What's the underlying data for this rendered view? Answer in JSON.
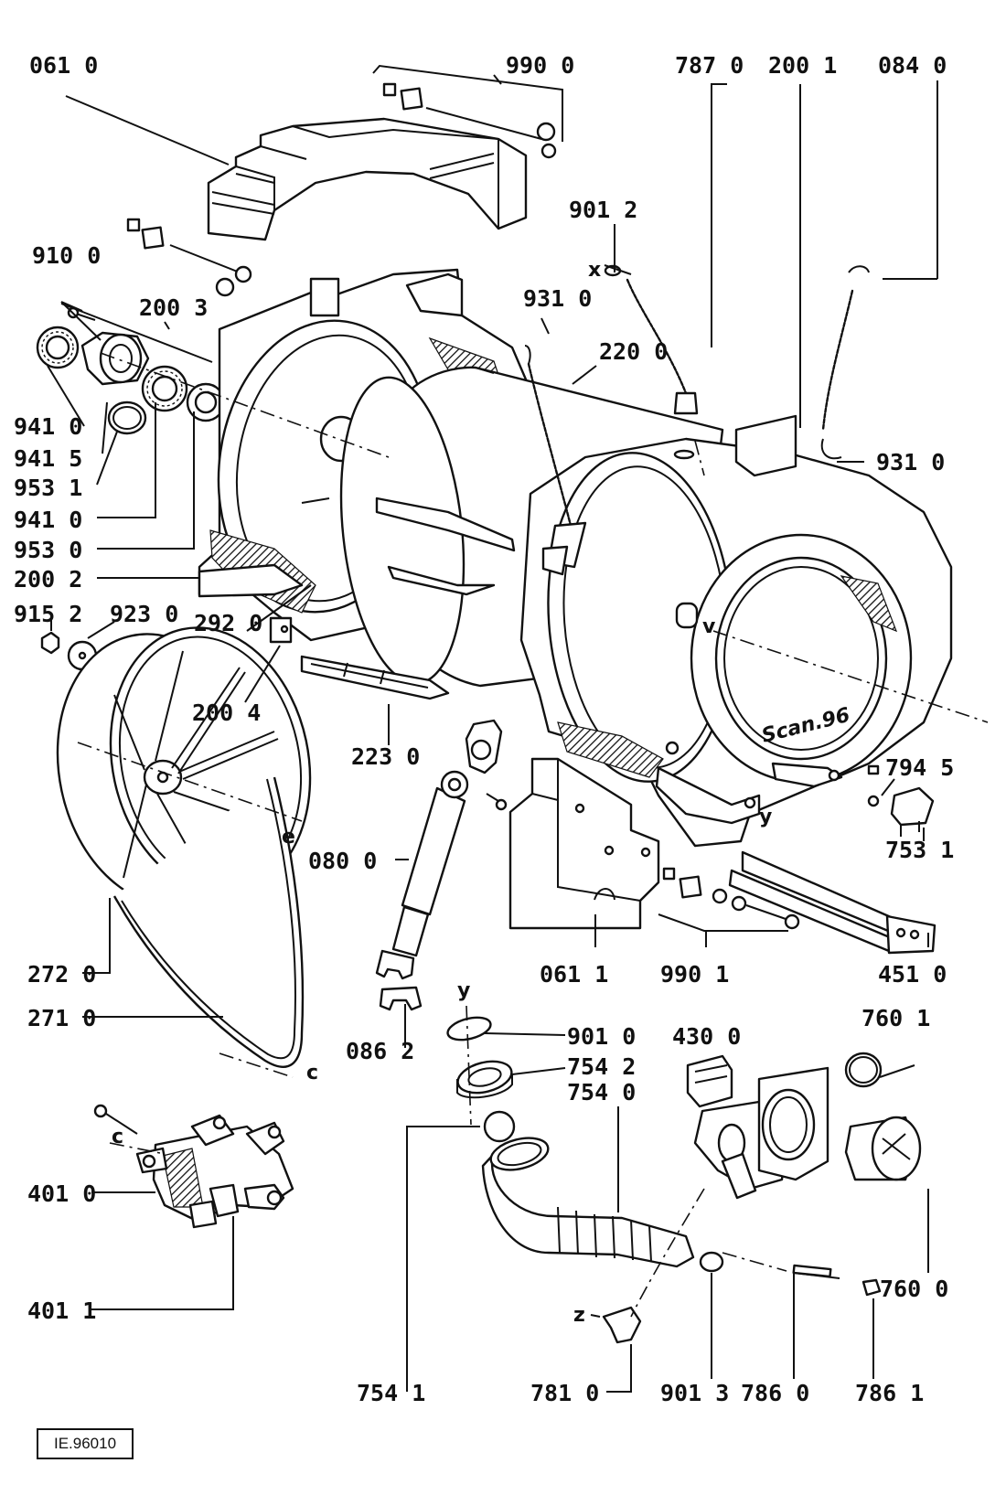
{
  "reference": "IE.96010",
  "labels": {
    "p0610": "061 0",
    "p9900": "990 0",
    "p7870": "787 0",
    "p2001": "200 1",
    "p0840": "084 0",
    "p9012": "901 2",
    "p9100": "910 0",
    "p2003": "200 3",
    "p9310a": "931 0",
    "p2200": "220 0",
    "p9310b": "931 0",
    "p9410a": "941 0",
    "p9415": "941 5",
    "p9531": "953 1",
    "p9410b": "941 0",
    "p9530": "953 0",
    "p2002": "200 2",
    "p9152": "915 2",
    "p9230": "923 0",
    "p2920": "292 0",
    "p2004": "200 4",
    "p2230": "223 0",
    "p7945": "794 5",
    "p7531": "753 1",
    "p0800": "080 0",
    "p2720": "272 0",
    "p0611": "061 1",
    "p9901": "990 1",
    "p4510": "451 0",
    "p2710": "271 0",
    "p0862": "086 2",
    "p9010": "901 0",
    "p4300": "430 0",
    "p7601": "760 1",
    "p7542": "754 2",
    "p7540": "754 0",
    "p4010": "401 0",
    "p4011": "401 1",
    "p7600": "760 0",
    "p7541": "754 1",
    "p7810": "781 0",
    "p9013": "901 3",
    "p7860": "786 0",
    "p7861": "786 1"
  },
  "letters": {
    "x": "x",
    "v": "v",
    "e": "e",
    "y1": "y",
    "y2": "y",
    "c1": "c",
    "c2": "c",
    "z": "z"
  },
  "stamp": "Scan.96"
}
